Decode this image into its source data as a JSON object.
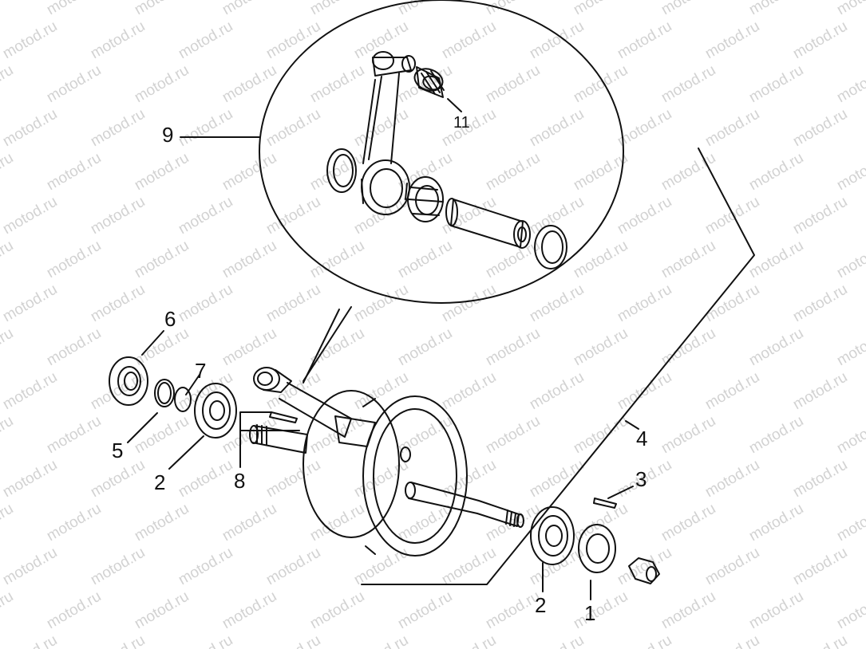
{
  "watermark": {
    "text": "motod.ru",
    "color": "#d2d2d2"
  },
  "callouts": [
    {
      "id": "1",
      "text": "1"
    },
    {
      "id": "2a",
      "text": "2"
    },
    {
      "id": "2b",
      "text": "2"
    },
    {
      "id": "3",
      "text": "3"
    },
    {
      "id": "4",
      "text": "4"
    },
    {
      "id": "5",
      "text": "5"
    },
    {
      "id": "6",
      "text": "6"
    },
    {
      "id": "7",
      "text": "7"
    },
    {
      "id": "8",
      "text": "8"
    },
    {
      "id": "9",
      "text": "9"
    },
    {
      "id": "11",
      "text": "11"
    }
  ],
  "colors": {
    "line": "#111111",
    "background": "#ffffff"
  }
}
